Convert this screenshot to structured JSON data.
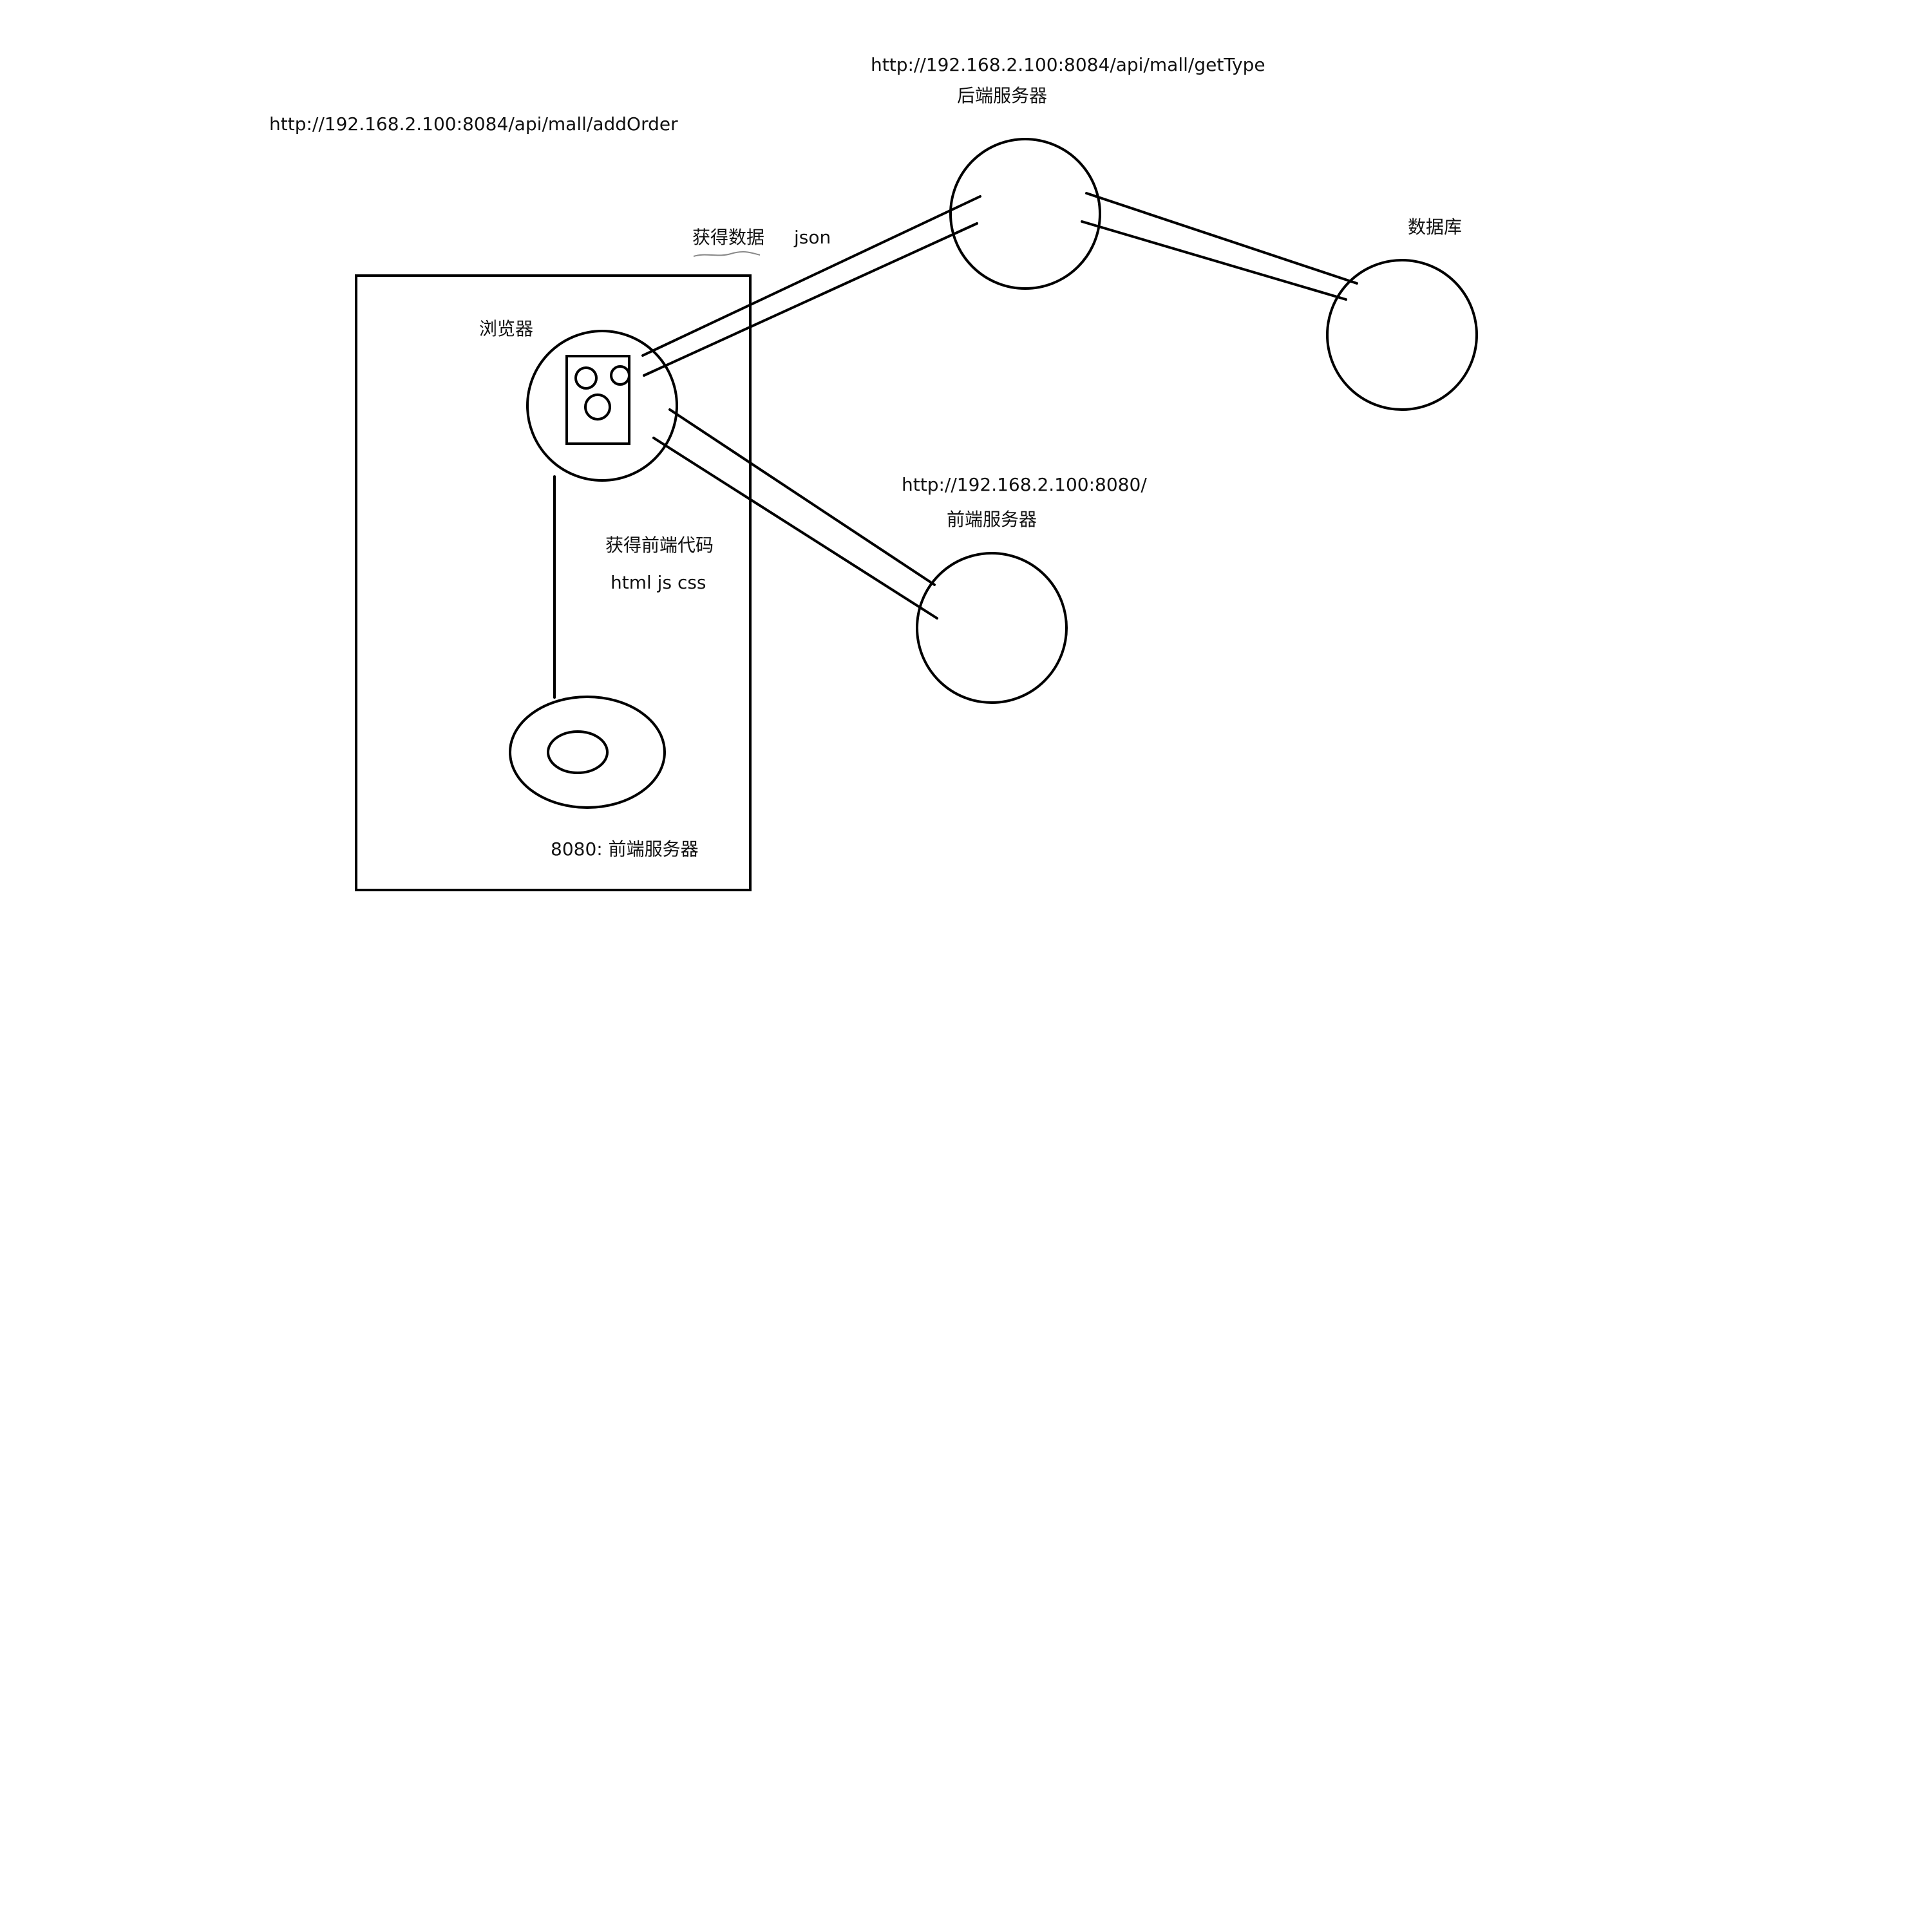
{
  "labels": {
    "url_add_order": "http://192.168.2.100:8084/api/mall/addOrder",
    "url_get_type": "http://192.168.2.100:8084/api/mall/getType",
    "backend_server": "后端服务器",
    "database": "数据库",
    "get_data": "获得数据",
    "json": "json",
    "browser": "浏览器",
    "url_frontend": "http://192.168.2.100:8080/",
    "frontend_server": "前端服务器",
    "get_frontend_code": "获得前端代码",
    "html_js_css": "html js  css",
    "port_frontend_server": "8080: 前端服务器"
  },
  "colors": {
    "background": "#ffffff",
    "stroke": "#000000",
    "text": "#111111"
  }
}
